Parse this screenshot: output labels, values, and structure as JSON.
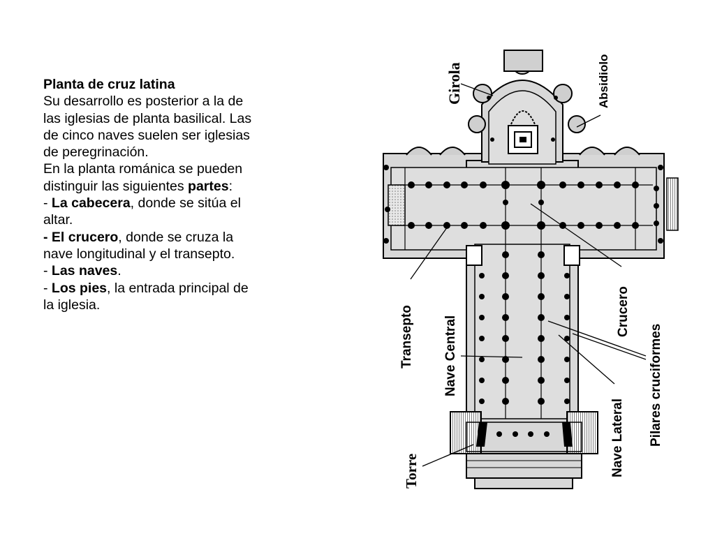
{
  "text": {
    "title": "Planta de cruz latina",
    "line1": "Su desarrollo es posterior a la de",
    "line2": "las iglesias de planta basilical. Las",
    "line3": "de cinco naves suelen ser iglesias",
    "line4": "de peregrinación.",
    "line5": "En la planta románica se pueden",
    "line6_a": "distinguir las siguientes ",
    "line6_b": "partes",
    "line6_c": ":",
    "l7_a": "- ",
    "l7_b": "La cabecera",
    "l7_c": ", donde se sitúa el",
    "line8": "altar.",
    "l9_b": "- El crucero",
    "l9_c": ", donde se cruza la",
    "line10": "nave longitudinal y el transepto.",
    "l11_a": "- ",
    "l11_b": "Las naves",
    "l11_c": ".",
    "l12_a": "- ",
    "l12_b": "Los pies",
    "l12_c": ", la entrada principal de",
    "line13": "la iglesia."
  },
  "labels": {
    "girola": "Girola",
    "absidiolo": "Absidiolo",
    "transepto": "Transepto",
    "nave_central": "Nave Central",
    "crucero": "Crucero",
    "pilares": "Pilares cruciformes",
    "nave_lateral": "Nave Lateral",
    "torre": "Torre"
  }
}
